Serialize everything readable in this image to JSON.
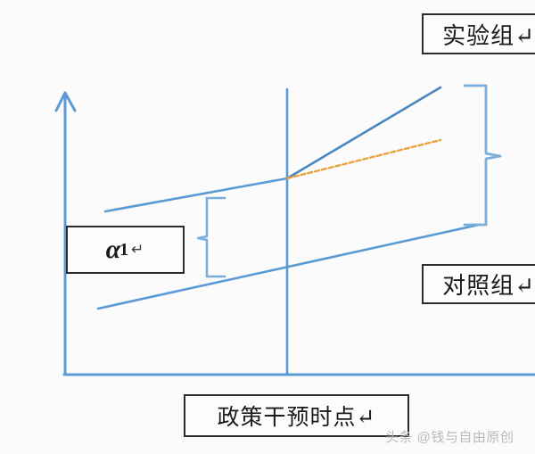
{
  "figure": {
    "type": "did-parallel-trends-diagram",
    "background_color": "#fbfbfb",
    "axis_color": "#5b9bd5",
    "line_color": "#5b9bd5",
    "counterfactual_color": "#e8a33d",
    "box_border_color": "#2b2b2b"
  },
  "labels": {
    "treatment_group": "实验组↵",
    "control_group": "对照组↵",
    "alpha_symbol": "α",
    "alpha_subscript": "1",
    "alpha_return": "↵",
    "time_point": "政策干预时点↵"
  },
  "watermark": {
    "text": "头条 @钱与自由原创"
  },
  "icons": {
    "y_axis_arrow": "up-arrow-icon",
    "left_brace": "left-curly-brace-icon",
    "right_brace": "right-curly-brace-icon",
    "return_mark": "carriage-return-icon"
  },
  "chart_data": {
    "type": "line",
    "title": "",
    "xlabel": "",
    "ylabel": "",
    "grid": false,
    "legend_position": "right-callout-boxes",
    "annotations": [
      {
        "name": "treatment-group-label",
        "text": "实验组↵",
        "x": 473,
        "y": 15
      },
      {
        "name": "control-group-label",
        "text": "对照组↵",
        "x": 473,
        "y": 296
      },
      {
        "name": "alpha1-effect-label",
        "text": "α1↵",
        "x": 74,
        "y": 253
      },
      {
        "name": "policy-time-label",
        "text": "政策干预时点↵",
        "x": 206,
        "y": 442
      }
    ],
    "axes": {
      "y_axis": {
        "x": 73,
        "y_top": 104,
        "y_bottom": 420
      },
      "x_axis": {
        "y": 420,
        "x_left": 73,
        "x_right": 600
      },
      "intervention_line": {
        "x": 322,
        "y_top": 100,
        "y_bottom": 420
      }
    },
    "series": [
      {
        "name": "treatment-pre",
        "color": "#5b9bd5",
        "style": "solid",
        "points": [
          [
            118,
            237
          ],
          [
            322,
            200
          ]
        ]
      },
      {
        "name": "treatment-post",
        "color": "#4a87bf",
        "style": "solid",
        "points": [
          [
            322,
            200
          ],
          [
            494,
            98
          ]
        ]
      },
      {
        "name": "counterfactual-post",
        "color": "#e8a33d",
        "style": "dashed",
        "points": [
          [
            322,
            200
          ],
          [
            494,
            157
          ]
        ]
      },
      {
        "name": "control-group",
        "color": "#5b9bd5",
        "style": "solid",
        "points": [
          [
            110,
            346
          ],
          [
            537,
            252
          ]
        ]
      }
    ],
    "braces": [
      {
        "name": "alpha1-brace",
        "side": "left",
        "x": 252,
        "y_top": 222,
        "y_bottom": 310,
        "nub_y": 267
      },
      {
        "name": "effect-brace",
        "side": "right",
        "x": 540,
        "y_top": 96,
        "y_bottom": 252,
        "nub_y": 175
      }
    ]
  }
}
